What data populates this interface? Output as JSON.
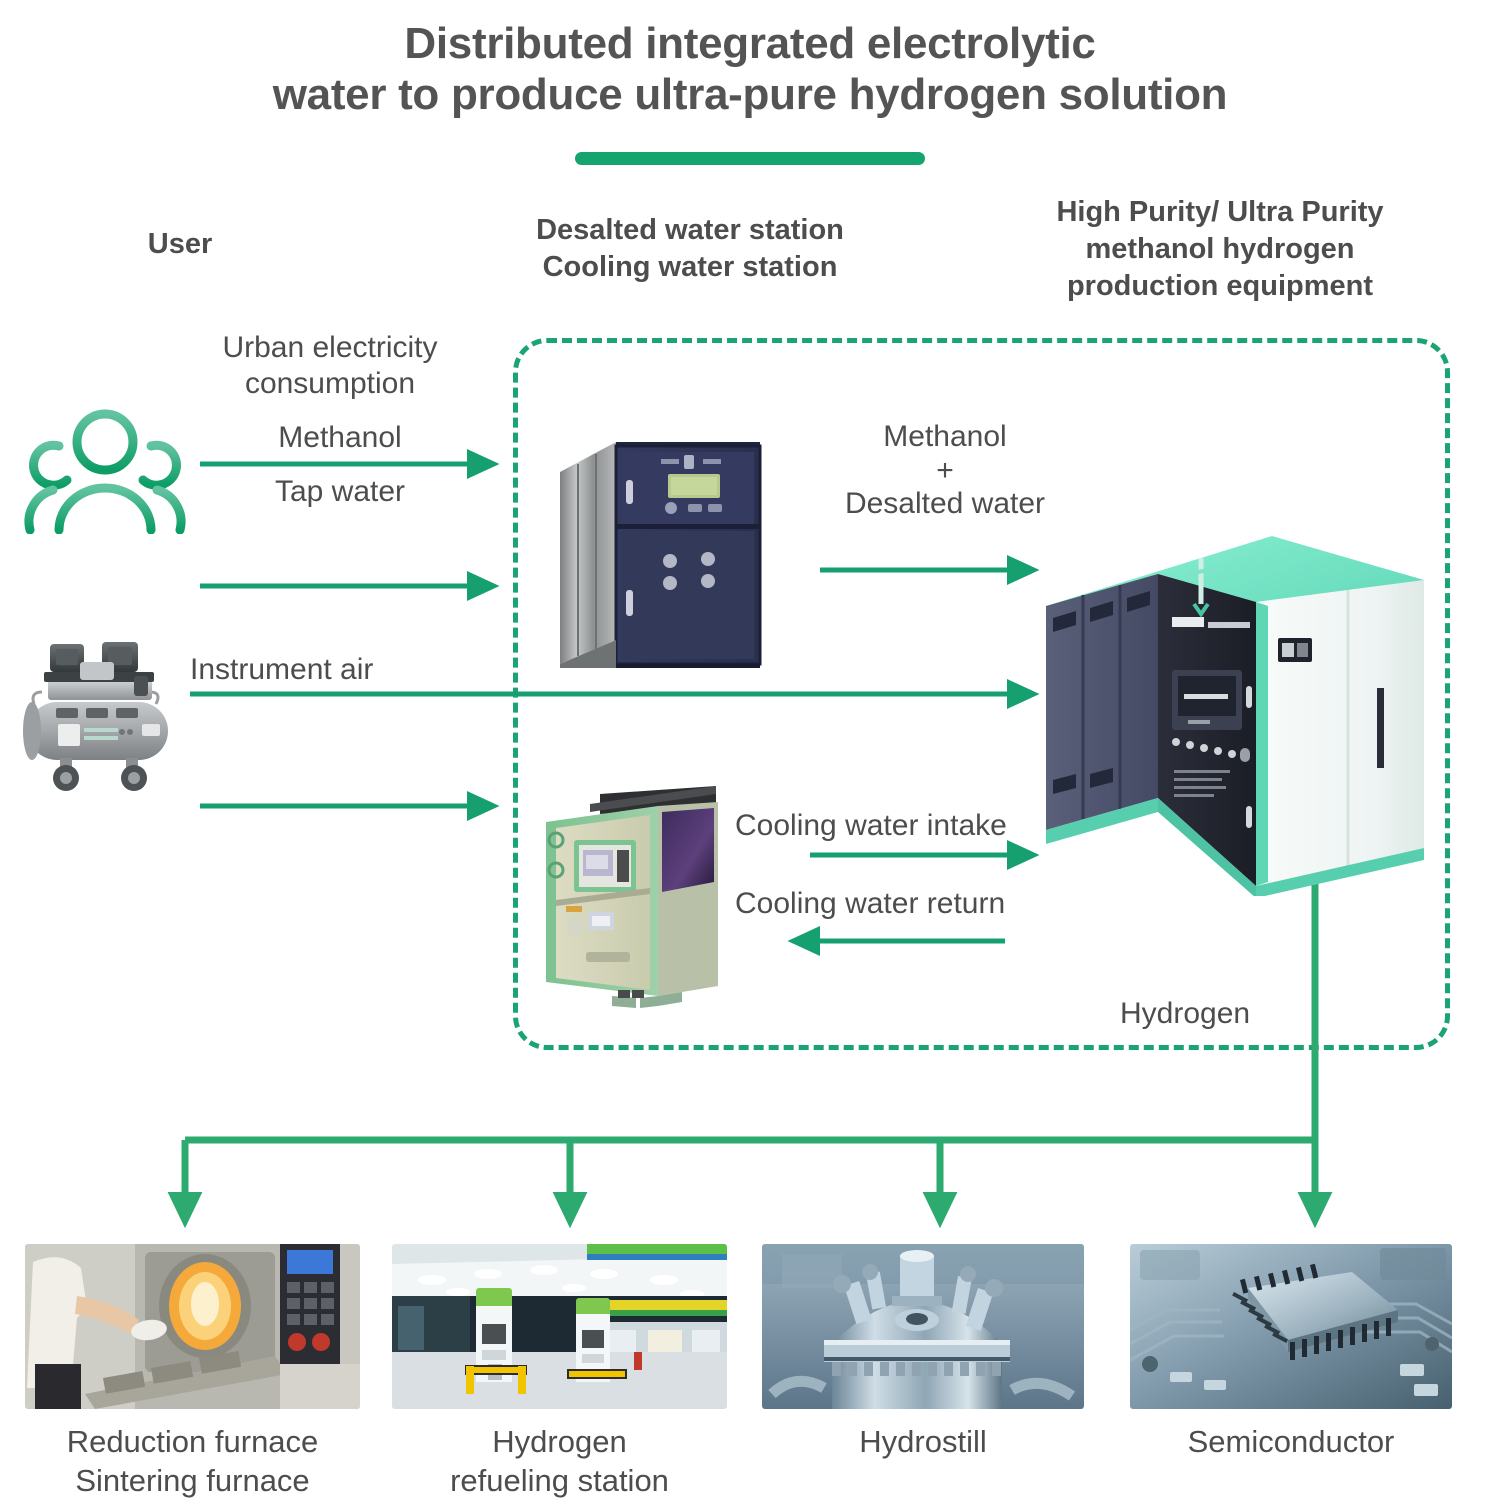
{
  "title": {
    "line1": "Distributed integrated electrolytic",
    "line2": "water to produce ultra-pure hydrogen solution",
    "accent_color": "#15a46e"
  },
  "column_headings": {
    "user": "User",
    "desalted": "Desalted water station\nCooling water station",
    "desalted_line1": "Desalted water station",
    "desalted_line2": "Cooling water station",
    "purity_line1": "High Purity/ Ultra Purity",
    "purity_line2": "methanol hydrogen",
    "purity_line3": "production equipment"
  },
  "flows": {
    "urban_electricity_line1": "Urban electricity",
    "urban_electricity_line2": "consumption",
    "methanol": "Methanol",
    "tap_water": "Tap water",
    "instrument_air": "Instrument air",
    "methanol_desalted_line1": "Methanol",
    "methanol_desalted_line2": "+",
    "methanol_desalted_line3": "Desalted water",
    "cooling_water_intake": "Cooling water intake",
    "cooling_water_return": "Cooling water return",
    "hydrogen": "Hydrogen"
  },
  "equipment": {
    "user_icon": "users-group-icon",
    "air_compressor": "air-compressor-image",
    "desalination_unit": "desalted-water-station-image",
    "chiller_unit": "cooling-water-station-image",
    "hydrogen_generator": "methanol-hydrogen-production-equipment-image"
  },
  "applications": [
    {
      "photo": "reduction-sintering-furnace-photo",
      "caption_line1": "Reduction furnace",
      "caption_line2": "Sintering furnace"
    },
    {
      "photo": "hydrogen-refueling-station-photo",
      "caption_line1": "Hydrogen",
      "caption_line2": "refueling station"
    },
    {
      "photo": "hydrostill-photo",
      "caption_line1": "Hydrostill",
      "caption_line2": ""
    },
    {
      "photo": "semiconductor-photo",
      "caption_line1": "Semiconductor",
      "caption_line2": ""
    }
  ],
  "colors": {
    "green": "#1aa472",
    "arrow_green": "#16a070",
    "text_gray": "#4d4d4d",
    "title_gray": "#545454",
    "cabinet_navy": "#2f3559",
    "unit_teal": "#74e0c4",
    "chiller_green": "#8ec99a"
  }
}
